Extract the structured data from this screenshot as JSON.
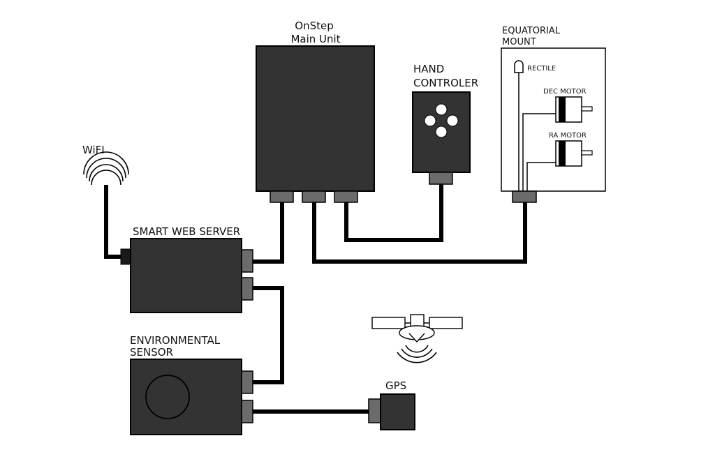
{
  "labels": {
    "onstep_line1": "OnStep",
    "onstep_line2": "Main Unit",
    "hand_line1": "HAND",
    "hand_line2": "CONTROLER",
    "mount_line1": "EQUATORIAL",
    "mount_line2": "MOUNT",
    "rectile": "RECTILE",
    "dec_motor": "DEC MOTOR",
    "ra_motor": "RA MOTOR",
    "wifi": "WiFI",
    "web_server": "SMART WEB SERVER",
    "env_line1": "ENVIRONMENTAL",
    "env_line2": "SENSOR",
    "gps": "GPS"
  },
  "colors": {
    "box_fill": "#333333",
    "connector": "#6b6b6b",
    "cable": "#000000",
    "outline": "#000000",
    "background": "#ffffff"
  }
}
